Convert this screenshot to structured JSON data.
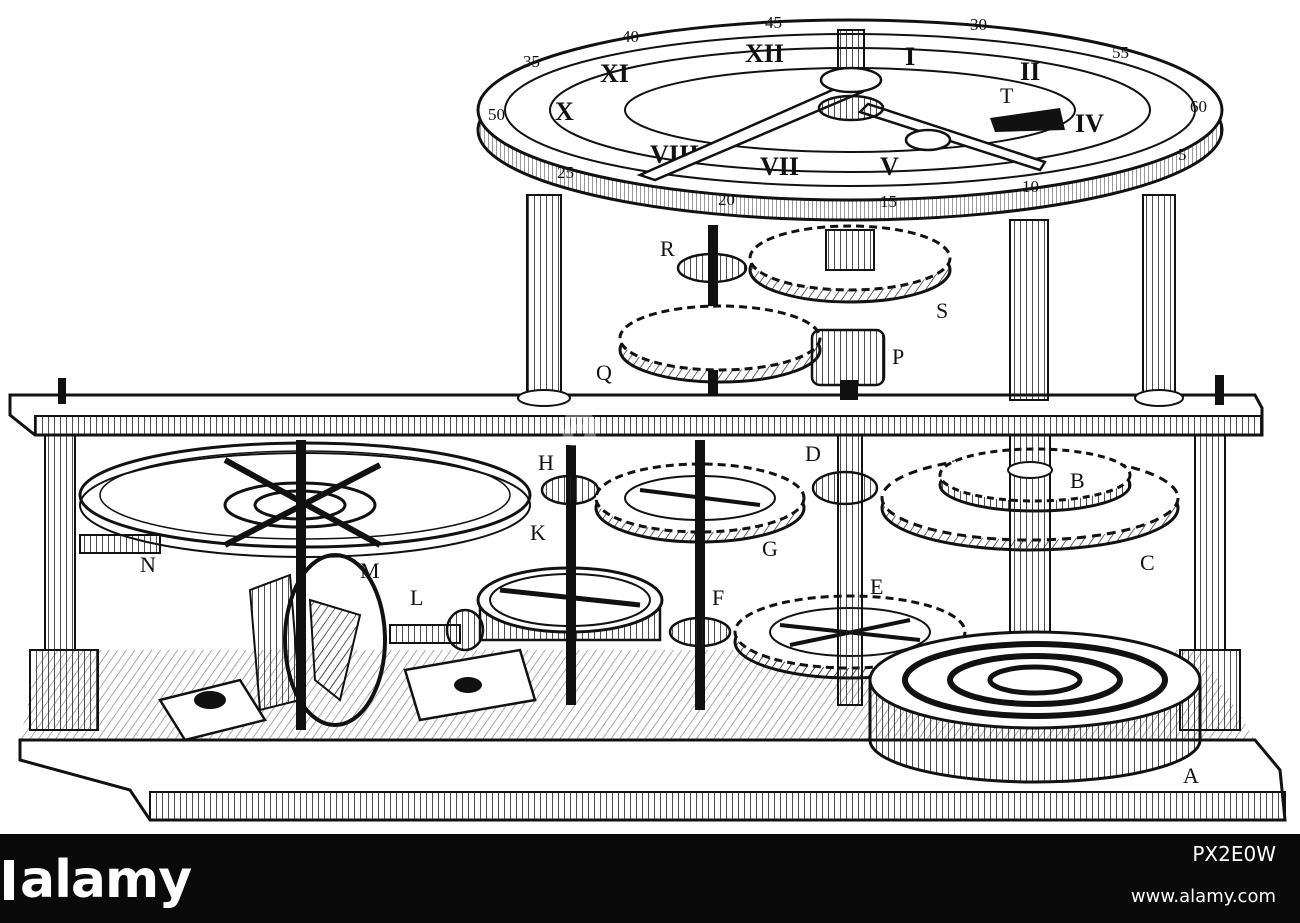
{
  "labels": {
    "A": "A",
    "B": "B",
    "C": "C",
    "D": "D",
    "E": "E",
    "F": "F",
    "G": "G",
    "H": "H",
    "K": "K",
    "L": "L",
    "M": "M",
    "N": "N",
    "P": "P",
    "Q": "Q",
    "R": "R",
    "S": "S",
    "T": "T"
  },
  "dial": {
    "minute_numbers": [
      "45",
      "40",
      "35",
      "50",
      "25",
      "20",
      "15",
      "10",
      "5",
      "60",
      "55",
      "30"
    ],
    "roman_numerals": [
      "XII",
      "I",
      "II",
      "XI",
      "X",
      "VIII",
      "VII",
      "V",
      "IV"
    ]
  },
  "footer": {
    "brand": "alamy",
    "code": "PX2E0W",
    "url": "www.alamy.com"
  },
  "colors": {
    "ink": "#111111",
    "paper": "#ffffff",
    "footer_bg": "#0a0a0a"
  }
}
